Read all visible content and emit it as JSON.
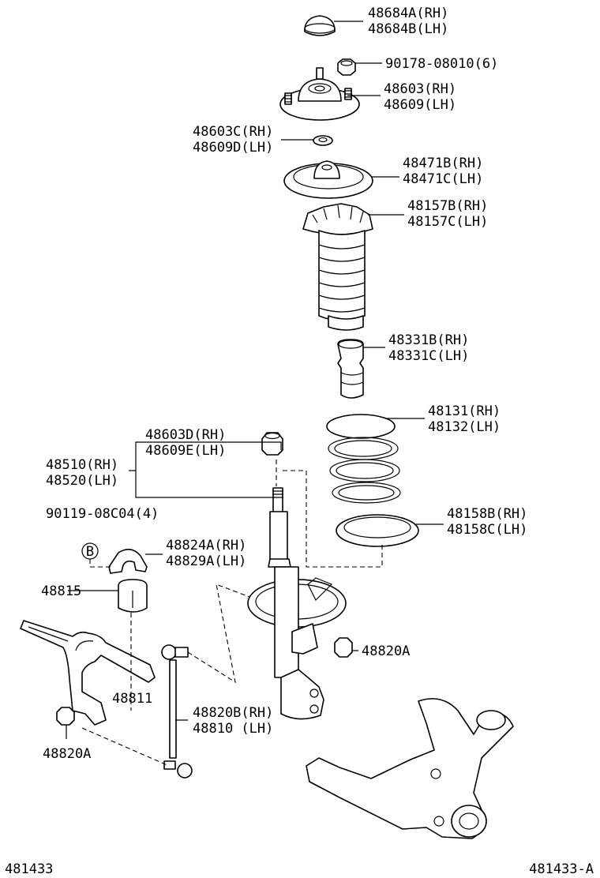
{
  "callouts": [
    {
      "id": "c1",
      "lines": [
        "48684A(RH)",
        "48684B(LH)"
      ]
    },
    {
      "id": "c2",
      "lines": [
        "90178-08010(6)"
      ]
    },
    {
      "id": "c3",
      "lines": [
        "48603(RH)",
        "48609(LH)"
      ]
    },
    {
      "id": "c4",
      "lines": [
        "48603C(RH)",
        "48609D(LH)"
      ]
    },
    {
      "id": "c5",
      "lines": [
        "48471B(RH)",
        "48471C(LH)"
      ]
    },
    {
      "id": "c6",
      "lines": [
        "48157B(RH)",
        "48157C(LH)"
      ]
    },
    {
      "id": "c7",
      "lines": [
        "48331B(RH)",
        "48331C(LH)"
      ]
    },
    {
      "id": "c8",
      "lines": [
        "48131(RH)",
        "48132(LH)"
      ]
    },
    {
      "id": "c9",
      "lines": [
        "48603D(RH)",
        "48609E(LH)"
      ]
    },
    {
      "id": "c10",
      "lines": [
        "48510(RH)",
        "48520(LH)"
      ]
    },
    {
      "id": "c11",
      "lines": [
        "90119-08C04(4)"
      ]
    },
    {
      "id": "c12",
      "lines": [
        "48158B(RH)",
        "48158C(LH)"
      ]
    },
    {
      "id": "c13",
      "lines": [
        "48824A(RH)",
        "48829A(LH)"
      ]
    },
    {
      "id": "c14",
      "lines": [
        "48815"
      ]
    },
    {
      "id": "c15",
      "lines": [
        "48820A"
      ]
    },
    {
      "id": "c16",
      "lines": [
        "48811"
      ]
    },
    {
      "id": "c17",
      "lines": [
        "48820B(RH)",
        "48810  (LH)"
      ]
    },
    {
      "id": "c18",
      "lines": [
        "48820A"
      ]
    }
  ],
  "markers": {
    "b_circle": "B"
  },
  "footer": {
    "left": "481433",
    "right": "481433-A"
  }
}
